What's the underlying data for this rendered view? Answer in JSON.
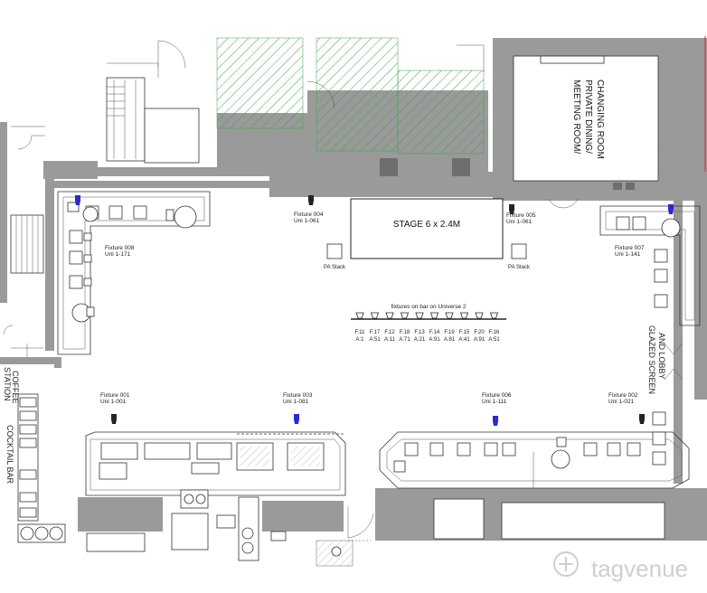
{
  "labels": {
    "stage": "STAGE 6 x 2.4M",
    "meeting_room_lines": [
      "MEETING ROOM/",
      "PRIVATE DINING/",
      "CHANGING ROOM"
    ],
    "glazed_lines": [
      "GLAZED SCREEN",
      "AND LOBBY"
    ],
    "coffee_station_lines": [
      "COFFEE",
      "STATION"
    ],
    "cocktail_bar": "COCKTAIL BAR",
    "pa_stack_left": "PA Stack",
    "pa_stack_right": "PA Stack",
    "fixtures_on_bar": "fixtures on bar on Universe 2",
    "watermark": "tagvenue"
  },
  "fixtures": [
    {
      "name": "Fixture 004",
      "uni": "Uni 1-061",
      "color": "#222222"
    },
    {
      "name": "Fixture 005",
      "uni": "Uni 1-061",
      "color": "#222222"
    },
    {
      "name": "Fixture 008",
      "uni": "Uni 1-171",
      "color": "#2a2ad0"
    },
    {
      "name": "Fixture 007",
      "uni": "Uni 1-141",
      "color": "#2a2ad0"
    },
    {
      "name": "Fixture 001",
      "uni": "Uni 1-001",
      "color": "#222222"
    },
    {
      "name": "Fixture 003",
      "uni": "Uni 1-081",
      "color": "#2a2ad0"
    },
    {
      "name": "Fixture 006",
      "uni": "Uni 1-111",
      "color": "#2a2ad0"
    },
    {
      "name": "Fixture 002",
      "uni": "Uni 1-021",
      "color": "#222222"
    }
  ],
  "bar_fixtures": [
    {
      "f": "F.11",
      "a": "A:1"
    },
    {
      "f": "F.17",
      "a": "A:51"
    },
    {
      "f": "F.12",
      "a": "A:11"
    },
    {
      "f": "F.18",
      "a": "A:71"
    },
    {
      "f": "F.13",
      "a": "A:21"
    },
    {
      "f": "F.14",
      "a": "A:91"
    },
    {
      "f": "F.19",
      "a": "A:81"
    },
    {
      "f": "F.15",
      "a": "A:41"
    },
    {
      "f": "F.20",
      "a": "A:91"
    },
    {
      "f": "F.16",
      "a": "A:51"
    }
  ]
}
